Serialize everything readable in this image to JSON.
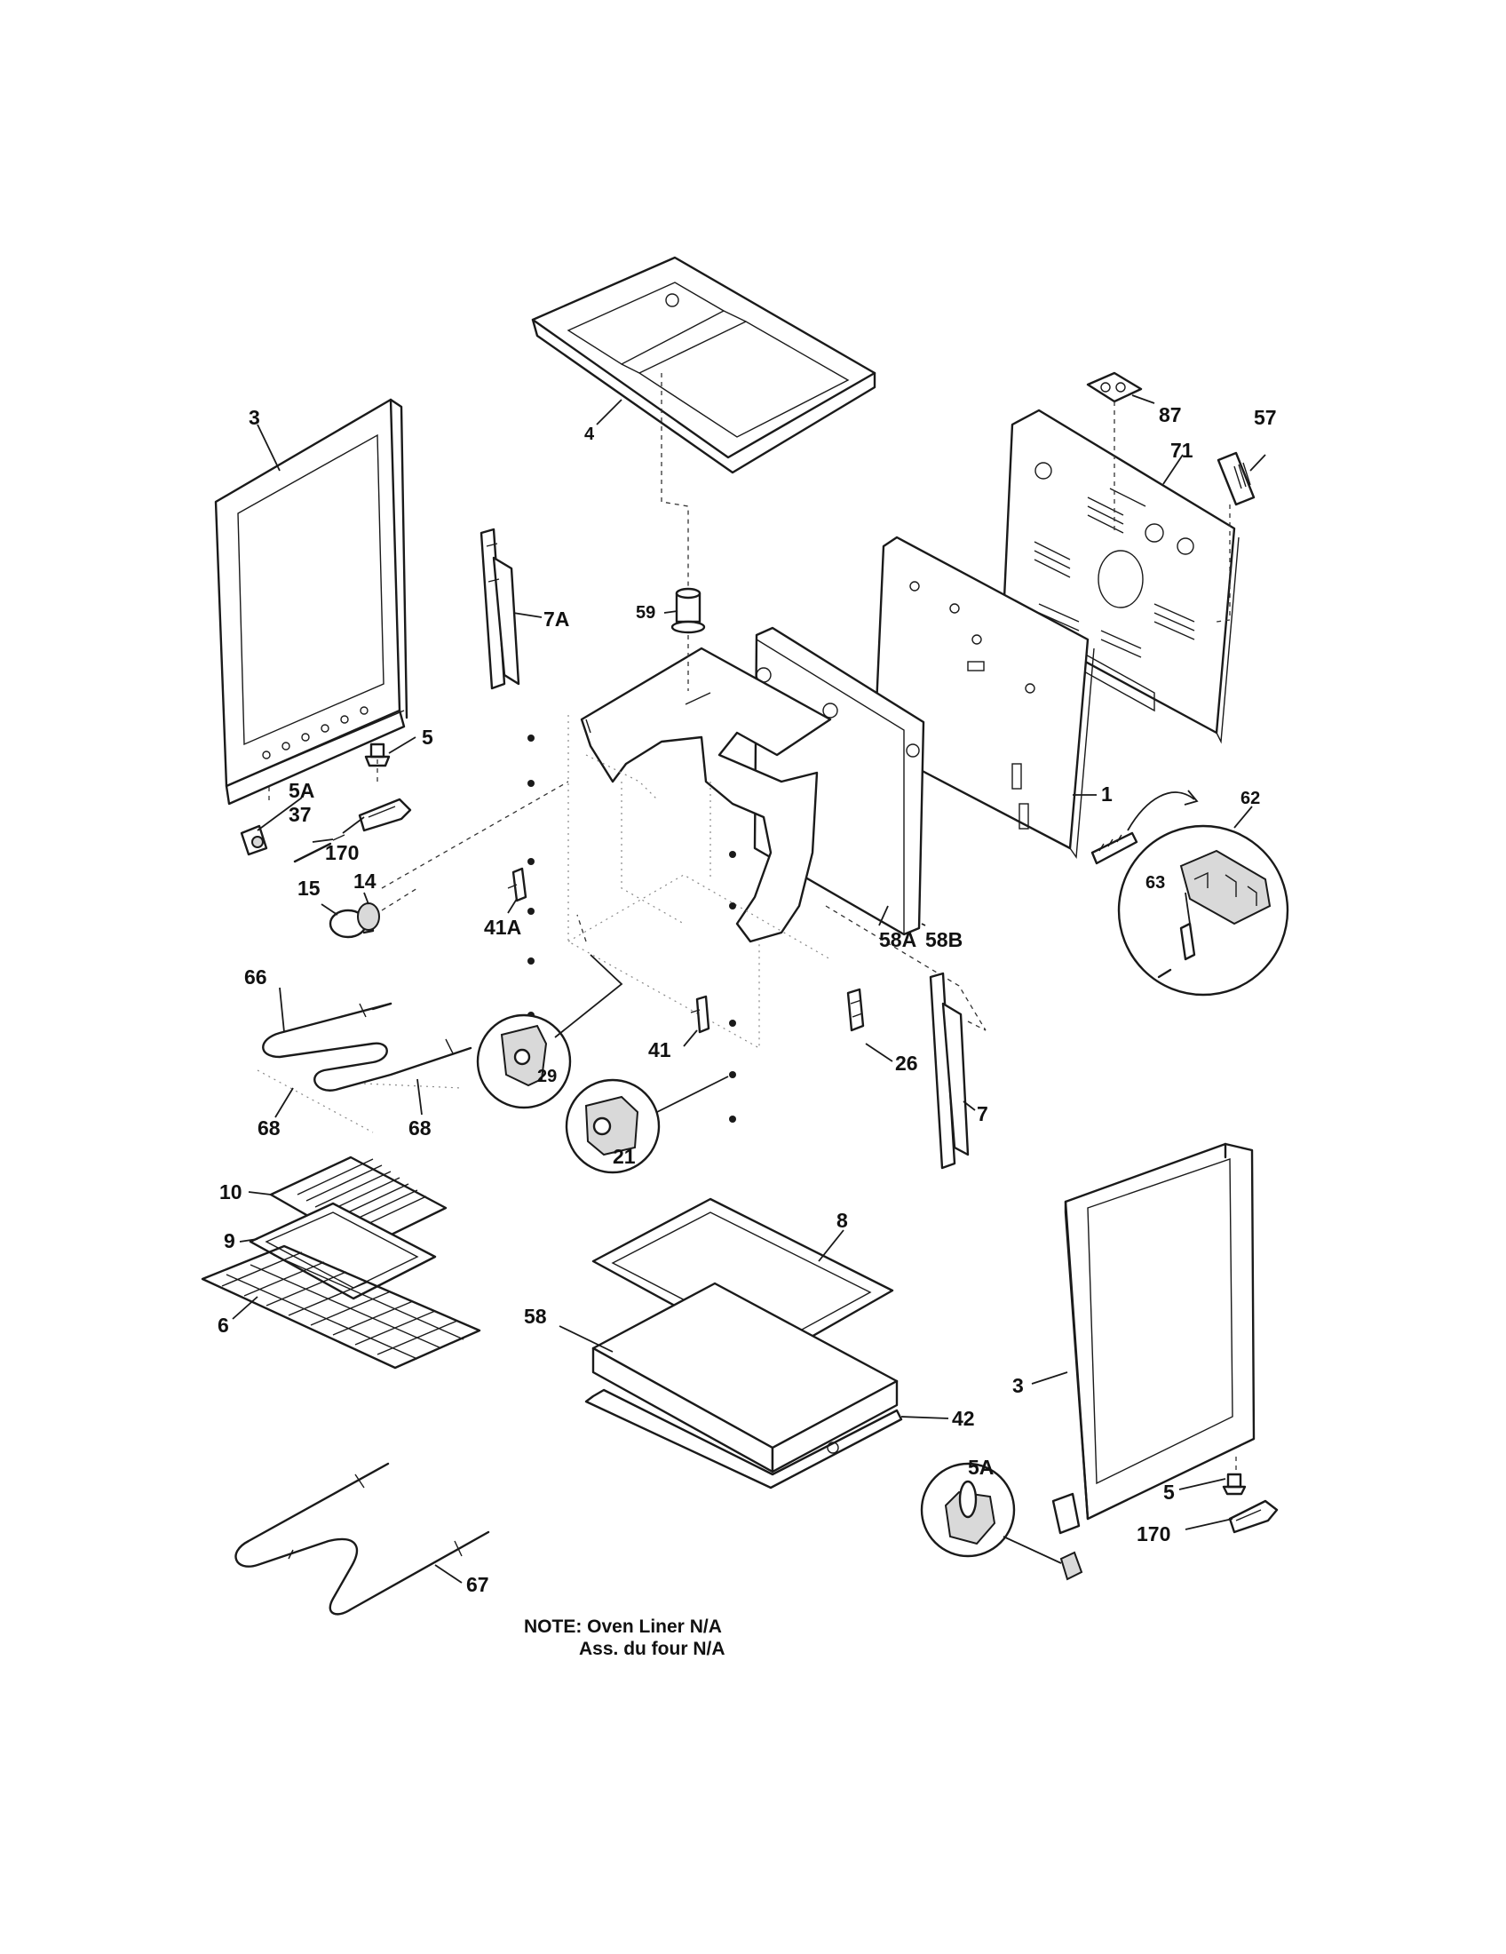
{
  "callouts": {
    "c3_left": "3",
    "c4": "4",
    "c87": "87",
    "c57": "57",
    "c71": "71",
    "c7A": "7A",
    "c59": "59",
    "c5_left": "5",
    "c5A_left": "5A",
    "c37": "37",
    "c170_left": "170",
    "c15": "15",
    "c14": "14",
    "c1": "1",
    "c62": "62",
    "c63": "63",
    "c41A": "41A",
    "c58A": "58A",
    "c58B": "58B",
    "c66": "66",
    "c29": "29",
    "c41": "41",
    "c26": "26",
    "c7": "7",
    "c68_left": "68",
    "c68_right": "68",
    "c21": "21",
    "c10": "10",
    "c9": "9",
    "c6": "6",
    "c8": "8",
    "c58": "58",
    "c42": "42",
    "c3_right": "3",
    "c5A_right": "5A",
    "c5_right": "5",
    "c170_right": "170",
    "c67": "67"
  },
  "note": {
    "line1": "NOTE: Oven Liner N/A",
    "line2": "Ass. du four N/A"
  }
}
